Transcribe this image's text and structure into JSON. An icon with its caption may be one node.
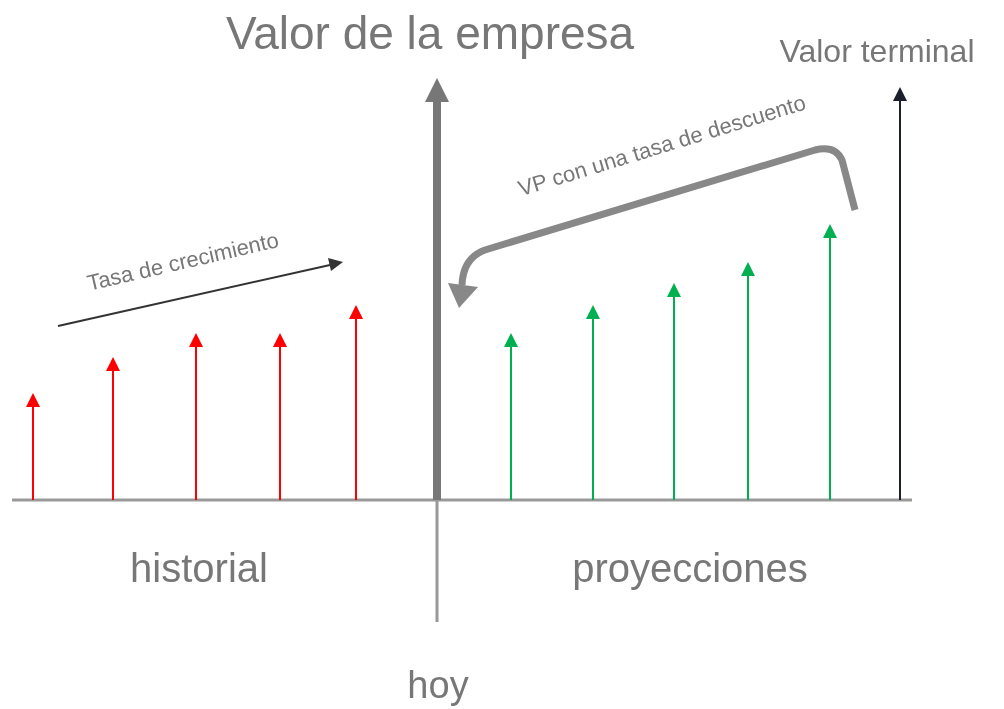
{
  "diagram": {
    "title": "Valor de la empresa",
    "labels": [
      "Valor terminal",
      "VP con una tasa de descuento",
      "Tasa de crecimiento",
      "historial",
      "proyecciones",
      "hoy"
    ]
  }
}
